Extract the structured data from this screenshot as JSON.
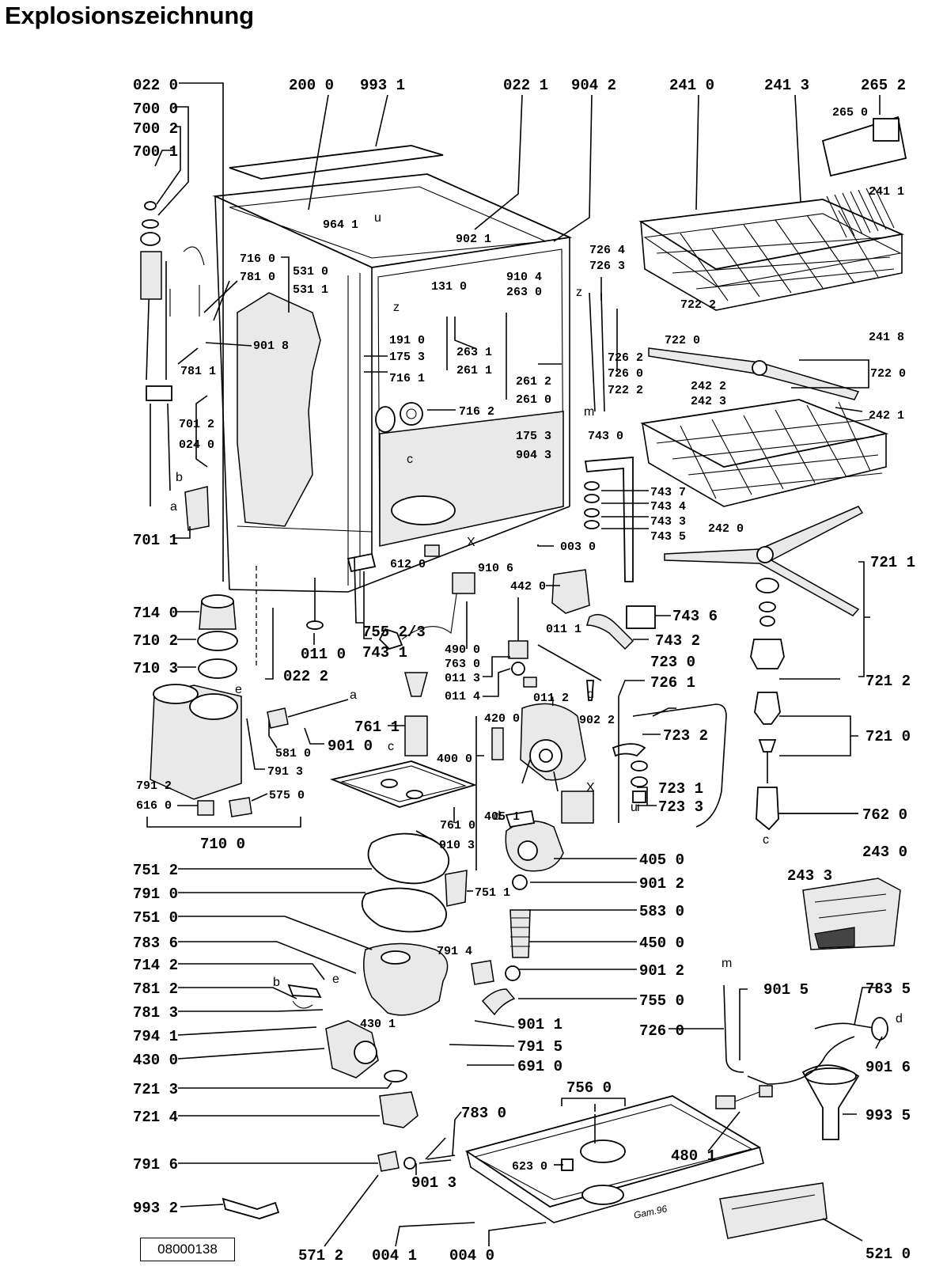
{
  "title": "Explosionszeichnung",
  "document_number": "08000138",
  "signature": "Gam.96",
  "callouts": [
    "022 0",
    "700 0",
    "700 2",
    "700 1",
    "200 0",
    "993 1",
    "022 1",
    "904 2",
    "241 0",
    "241 3",
    "265 2",
    "265 0",
    "241 1",
    "964 1",
    "902 1",
    "716 0",
    "781 0",
    "531 0",
    "531 1",
    "901 8",
    "781 1",
    "131 0",
    "910 4",
    "263 0",
    "726 4",
    "726 3",
    "722 2",
    "241 8",
    "722 0",
    "722 0",
    "191 0",
    "175 3",
    "716 1",
    "716 2",
    "263 1",
    "261 1",
    "261 2",
    "261 0",
    "726 2",
    "726 0",
    "722 2",
    "242 2",
    "242 3",
    "242 1",
    "701 2",
    "024 0",
    "175 3",
    "904 3",
    "743 0",
    "743 7",
    "743 4",
    "743 3",
    "743 5",
    "242 0",
    "701 1",
    "003 0",
    "612 0",
    "910 6",
    "442 0",
    "743 6",
    "721 1",
    "714 0",
    "710 2",
    "710 3",
    "011 0",
    "022 2",
    "755 2/3",
    "743 1",
    "490 0",
    "763 0",
    "011 3",
    "011 4",
    "011 1",
    "743 2",
    "723 0",
    "011 2",
    "902 2",
    "726 1",
    "721 2",
    "761 1",
    "420 0",
    "723 2",
    "721 0",
    "581 0",
    "901 0",
    "791 3",
    "791 2",
    "616 0",
    "575 0",
    "710 0",
    "400 0",
    "723 1",
    "723 3",
    "762 0",
    "761 0",
    "405 1",
    "910 3",
    "405 0",
    "243 0",
    "243 3",
    "751 2",
    "791 0",
    "751 1",
    "901 2",
    "751 0",
    "583 0",
    "783 6",
    "450 0",
    "791 4",
    "901 2",
    "714 2",
    "901 5",
    "783 5",
    "781 2",
    "755 0",
    "781 3",
    "726 0",
    "901 1",
    "430 1",
    "794 1",
    "791 5",
    "901 6",
    "430 0",
    "691 0",
    "721 3",
    "756 0",
    "721 4",
    "783 0",
    "480 1",
    "993 5",
    "791 6",
    "623 0",
    "901 3",
    "993 2",
    "571 2",
    "004 1",
    "004 0",
    "521 0"
  ],
  "reference_letters": [
    "u",
    "z",
    "z",
    "m",
    "c",
    "b",
    "a",
    "e",
    "a",
    "X",
    "c",
    "d",
    "d",
    "e",
    "b",
    "X",
    "c",
    "u",
    "i",
    "m",
    "d",
    "l"
  ]
}
